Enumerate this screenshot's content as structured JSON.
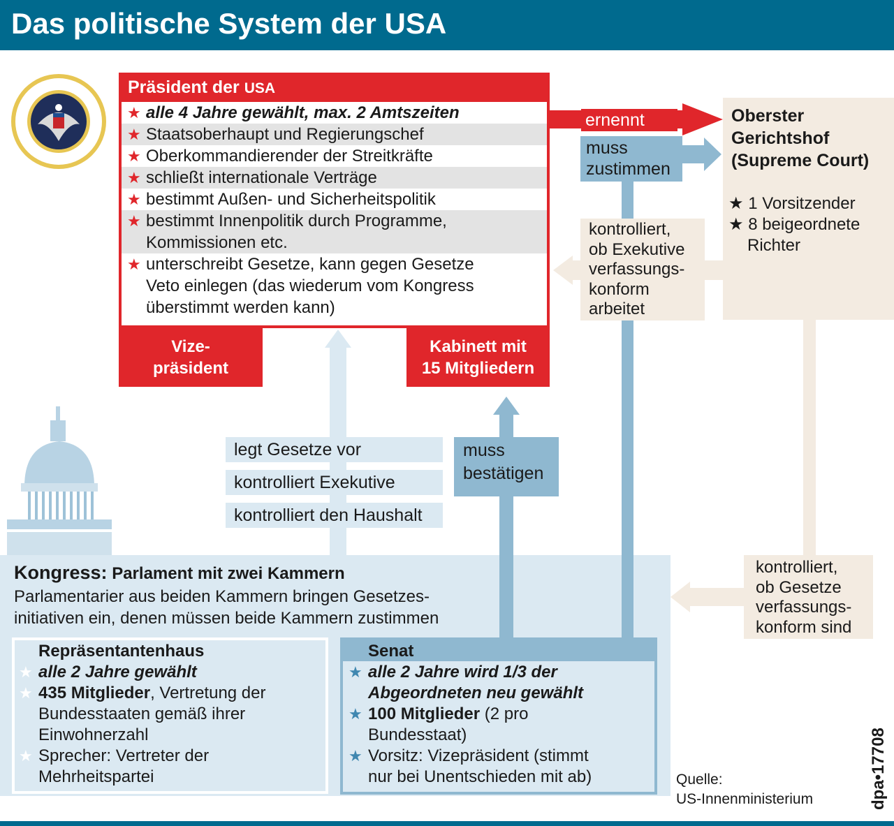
{
  "title": "Das politische System der USA",
  "president": {
    "title_prefix": "Präsident der ",
    "title_suffix": "USA",
    "items": [
      "alle 4 Jahre gewählt, max. 2 Amtszeiten",
      "Staatsoberhaupt und Regierungschef",
      "Oberkommandierender der Streitkräfte",
      "schließt internationale Verträge",
      "bestimmt Außen- und Sicherheitspolitik",
      "bestimmt Innenpolitik durch Programme,",
      "Kommissionen etc.",
      "unterschreibt Gesetze, kann gegen Gesetze",
      "Veto einlegen (das wiederum vom Kongress",
      "überstimmt werden kann)"
    ],
    "star": "★",
    "vice_line1": "Vize-",
    "vice_line2": "präsident",
    "cabinet_line1": "Kabinett mit",
    "cabinet_line2": "15 Mitgliedern"
  },
  "arrows": {
    "ernennt": "ernennt",
    "muss_zustimmen_1": "muss",
    "muss_zustimmen_2": "zustimmen",
    "kontrolliert_exekutive": [
      "kontrolliert,",
      "ob Exekutive",
      "verfassungs-",
      "konform",
      "arbeitet"
    ],
    "legt_gesetze_vor": "legt Gesetze vor",
    "kontrolliert_exekutive_short": "kontrolliert Exekutive",
    "kontrolliert_haushalt": "kontrolliert den Haushalt",
    "muss_bestaetigen_1": "muss",
    "muss_bestaetigen_2": "bestätigen",
    "kontrolliert_gesetze": [
      "kontrolliert,",
      "ob Gesetze",
      "verfassungs-",
      "konform sind"
    ]
  },
  "supreme_court": {
    "title": [
      "Oberster",
      "Gerichtshof",
      "(Supreme Court)"
    ],
    "items": [
      "1 Vorsitzender",
      "8 beigeordnete",
      "Richter"
    ],
    "star": "★"
  },
  "kongress": {
    "title_bold": "Kongress:",
    "title_rest": " Parlament mit zwei Kammern",
    "desc_line1": "Parlamentarier aus beiden Kammern bringen Gesetzes-",
    "desc_line2": "initiativen ein, denen müssen beide Kammern zustimmen"
  },
  "repraesentantenhaus": {
    "title": "Repräsentantenhaus",
    "l1": "alle 2 Jahre gewählt",
    "l2_bold": "435 Mitglieder",
    "l2_rest": ", Vertretung der",
    "l3": "Bundesstaaten gemäß ihrer",
    "l4": "Einwohnerzahl",
    "l5": "Sprecher: Vertreter der",
    "l6": "Mehrheitspartei"
  },
  "senat": {
    "title": "Senat",
    "l1": "alle 2 Jahre wird 1/3 der",
    "l2": "Abgeordneten neu gewählt",
    "l3_bold": "100 Mitglieder",
    "l3_rest": " (2 pro",
    "l4": "Bundesstaat)",
    "l5": "Vorsitz: Vizepräsident (stimmt",
    "l6": "nur bei Unentschieden mit ab)"
  },
  "source": {
    "label": "Quelle:",
    "value": "US-Innenministerium"
  },
  "credit": "dpa•17708",
  "colors": {
    "header": "#006a8e",
    "red": "#e0262b",
    "blue_mid": "#8fb8d0",
    "blue_light": "#dbe9f2",
    "beige": "#f3ebe1"
  }
}
